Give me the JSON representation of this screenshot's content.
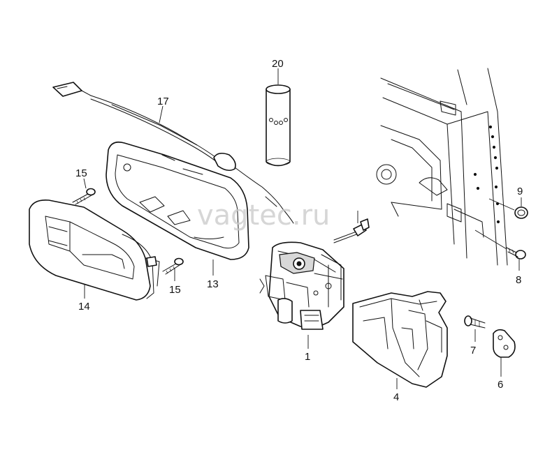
{
  "watermark": "vagtec.ru",
  "callouts": {
    "p1": "1",
    "p4": "4",
    "p6": "6",
    "p7": "7",
    "p8": "8",
    "p9": "9",
    "p13": "13",
    "p14": "14",
    "p15a": "15",
    "p15b": "15",
    "p17": "17",
    "p20": "20"
  }
}
